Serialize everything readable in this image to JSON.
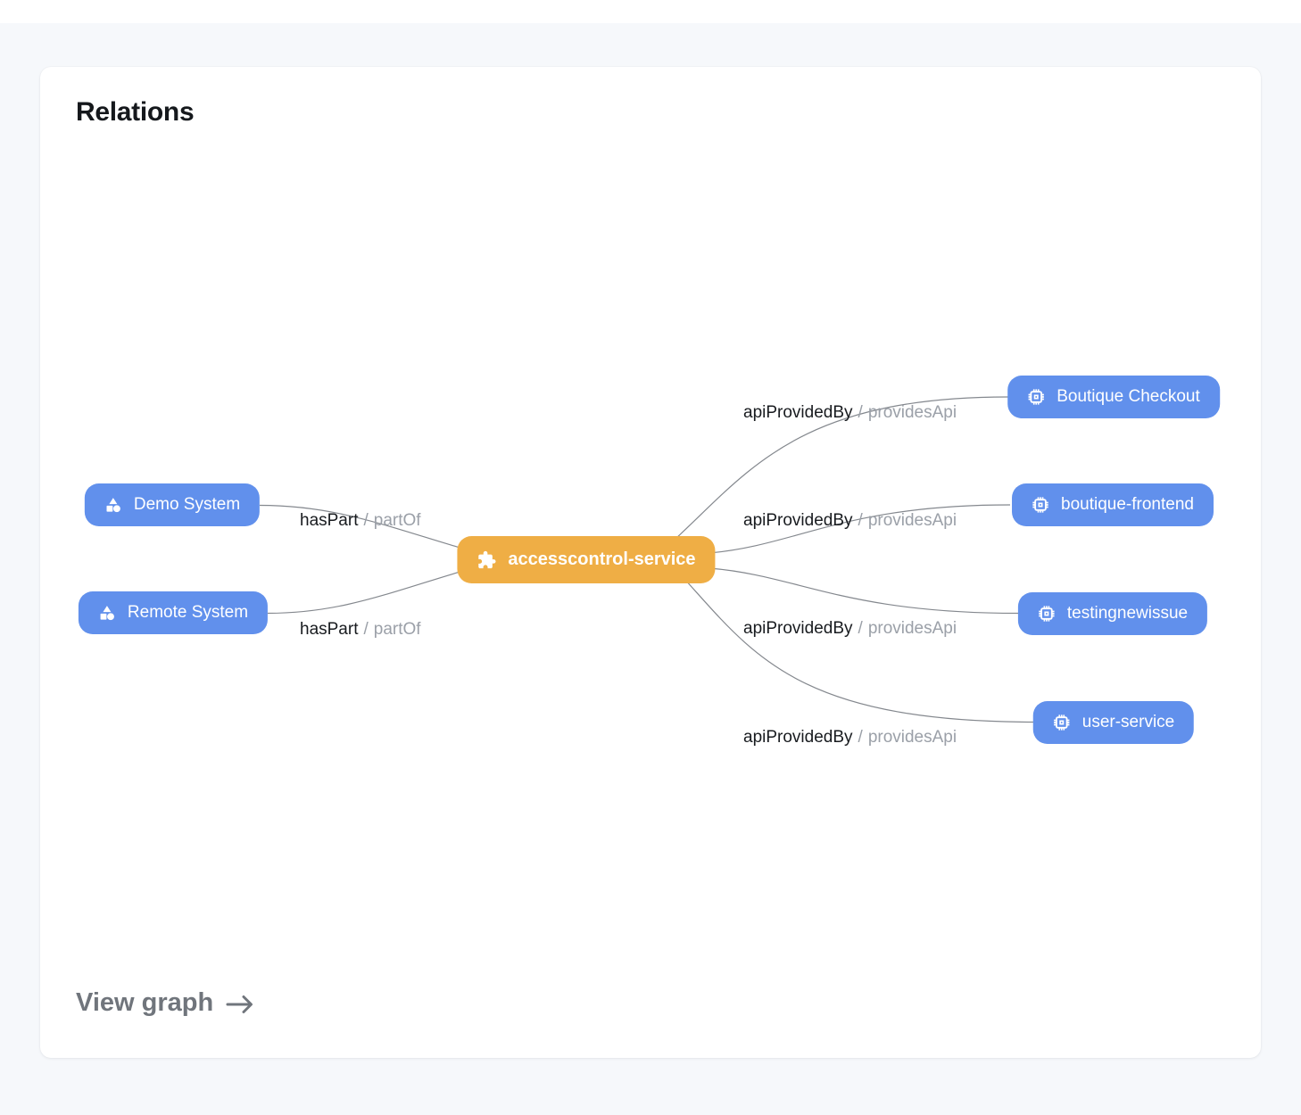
{
  "card": {
    "title": "Relations",
    "view_graph_label": "View graph"
  },
  "graph": {
    "center_node": {
      "label": "accesscontrol-service",
      "icon": "puzzle-icon"
    },
    "left_nodes": [
      {
        "label": "Demo System",
        "icon": "shapes-icon"
      },
      {
        "label": "Remote System",
        "icon": "shapes-icon"
      }
    ],
    "right_nodes": [
      {
        "label": "Boutique Checkout",
        "icon": "chip-icon"
      },
      {
        "label": "boutique-frontend",
        "icon": "chip-icon"
      },
      {
        "label": "testingnewissue",
        "icon": "chip-icon"
      },
      {
        "label": "user-service",
        "icon": "chip-icon"
      }
    ],
    "edge_labels": {
      "has_part": {
        "primary": "hasPart",
        "separator": "/",
        "secondary": "partOf"
      },
      "api_provided_by": {
        "primary": "apiProvidedBy",
        "separator": "/",
        "secondary": "providesApi"
      }
    },
    "colors": {
      "node_blue": "#6190EC",
      "node_orange": "#EFAE45",
      "edge_line": "#84888E",
      "label_primary": "#181B1F",
      "label_secondary": "#9BA0A8"
    }
  }
}
